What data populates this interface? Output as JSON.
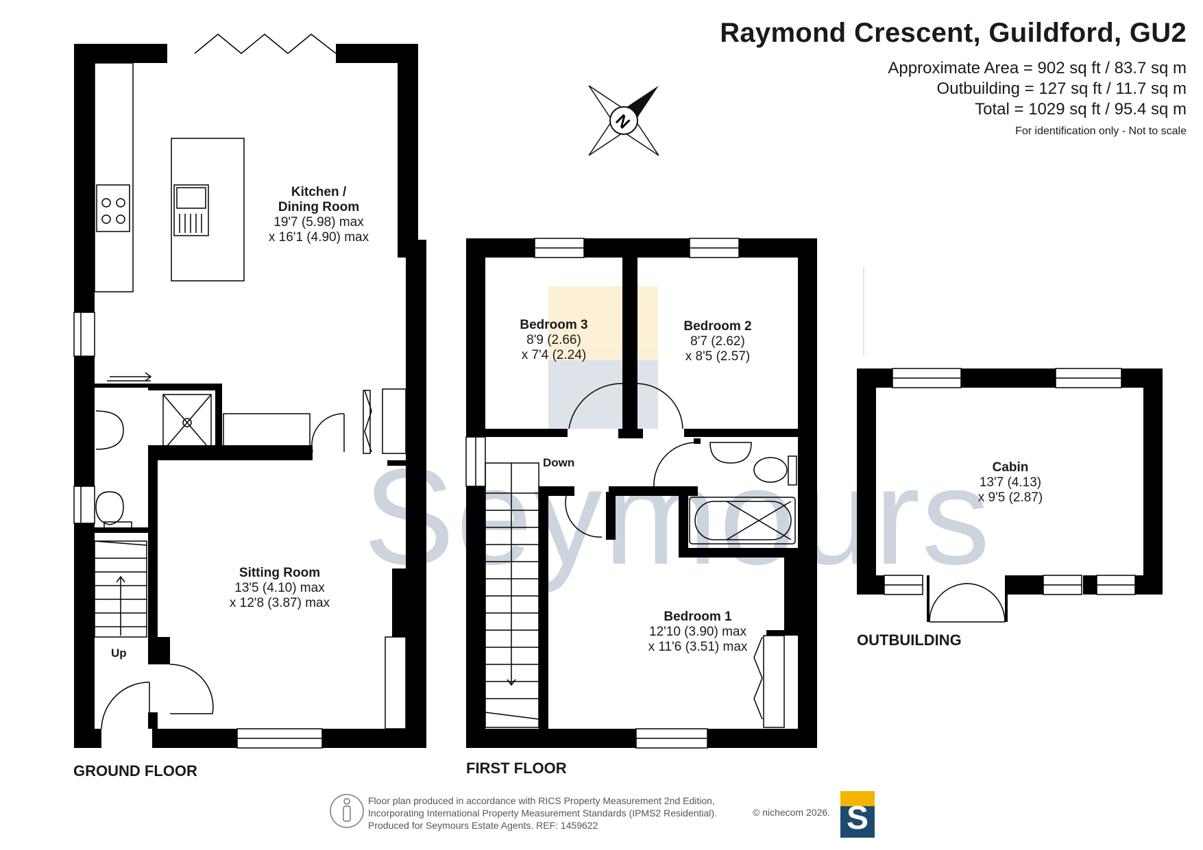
{
  "header": {
    "title": "Raymond Crescent, Guildford, GU2",
    "area": "Approximate Area = 902 sq ft / 83.7 sq m",
    "outbuilding": "Outbuilding = 127 sq ft / 11.7 sq m",
    "total": "Total = 1029 sq ft / 95.4 sq m",
    "note": "For identification only - Not to scale"
  },
  "compass_letter": "N",
  "floors": {
    "ground": "GROUND FLOOR",
    "first": "FIRST FLOOR",
    "outbuilding": "OUTBUILDING"
  },
  "rooms": {
    "kitchen": {
      "name": "Kitchen /",
      "name2": "Dining Room",
      "dim1": "19'7 (5.98) max",
      "dim2": "x 16'1 (4.90) max"
    },
    "sitting": {
      "name": "Sitting Room",
      "dim1": "13'5 (4.10) max",
      "dim2": "x 12'8 (3.87) max"
    },
    "bedroom3": {
      "name": "Bedroom 3",
      "dim1": "8'9 (2.66)",
      "dim2": "x 7'4 (2.24)"
    },
    "bedroom2": {
      "name": "Bedroom 2",
      "dim1": "8'7 (2.62)",
      "dim2": "x 8'5 (2.57)"
    },
    "bedroom1": {
      "name": "Bedroom 1",
      "dim1": "12'10 (3.90) max",
      "dim2": "x 11'6 (3.51) max"
    },
    "cabin": {
      "name": "Cabin",
      "dim1": "13'7 (4.13)",
      "dim2": "x 9'5 (2.87)"
    }
  },
  "stairs": {
    "up": "Up",
    "down": "Down"
  },
  "watermark": "Seymours",
  "footer": {
    "line1": "Floor plan produced in accordance with RICS Property Measurement 2nd Edition,",
    "line2": "Incorporating International Property Measurement Standards (IPMS2 Residential).",
    "line3": "Produced for Seymours Estate Agents.    REF: 1459622",
    "copyright": "© nichecom 2026."
  },
  "logo_letter": "S",
  "colors": {
    "wall": "#000000",
    "brand_blue": "#1e4a6d",
    "brand_yellow": "#f5b400",
    "watermark": "#90a3b4"
  }
}
